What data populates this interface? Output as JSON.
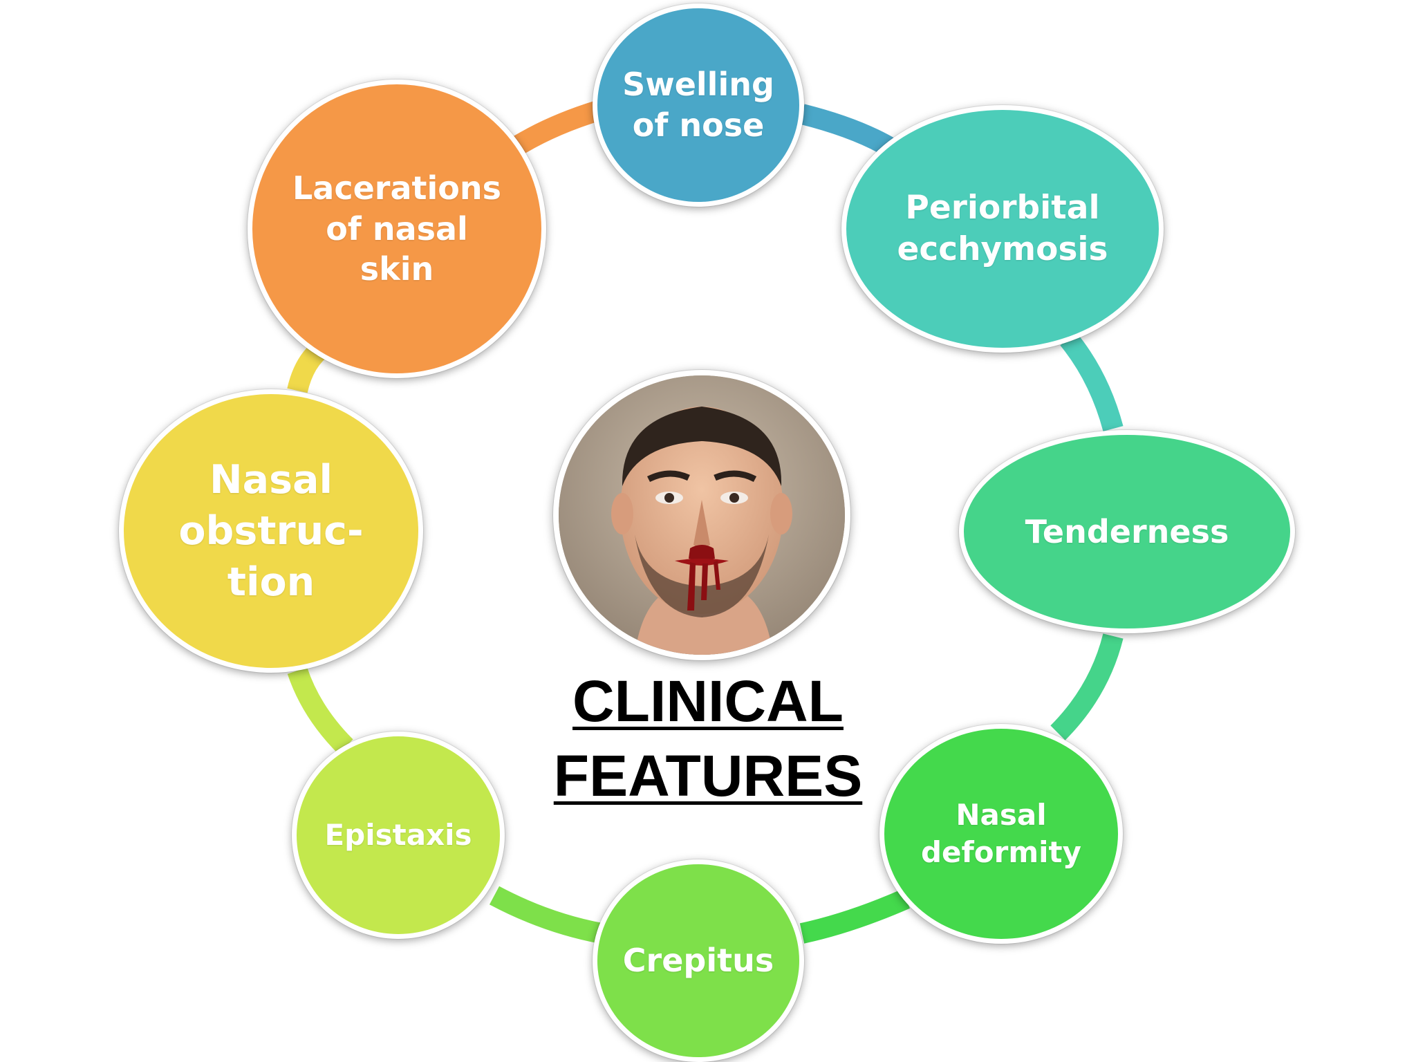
{
  "title": {
    "line1": "CLINICAL",
    "line2": "FEATURES"
  },
  "features": [
    {
      "id": "swelling",
      "label": "Swelling\nof nose",
      "color": "#4aa7c8"
    },
    {
      "id": "periorbital",
      "label": "Periorbital\necchymosis",
      "color": "#4ccdb9"
    },
    {
      "id": "tenderness",
      "label": "Tenderness",
      "color": "#45d48a"
    },
    {
      "id": "deformity",
      "label": "Nasal\ndeformity",
      "color": "#44d94c"
    },
    {
      "id": "crepitus",
      "label": "Crepitus",
      "color": "#7ee04a"
    },
    {
      "id": "epistaxis",
      "label": "Epistaxis",
      "color": "#c3e84d"
    },
    {
      "id": "obstruction",
      "label": "Nasal\nobstruc-\ntion",
      "color": "#f0d94a"
    },
    {
      "id": "lacerations",
      "label": "Lacerations\nof nasal\nskin",
      "color": "#f59847"
    }
  ],
  "center_image": {
    "subject": "face-with-nosebleed"
  },
  "ring_colors": {
    "swelling_to_periorbital": "#4aa7c8",
    "periorbital_to_tenderness": "#4ccdb9",
    "tenderness_to_deformity": "#45d48a",
    "deformity_to_crepitus": "#44d94c",
    "crepitus_to_epistaxis": "#7ee04a",
    "epistaxis_to_obstruction": "#c3e84d",
    "obstruction_to_lacerations": "#f0d94a",
    "lacerations_to_swelling": "#f59847"
  }
}
